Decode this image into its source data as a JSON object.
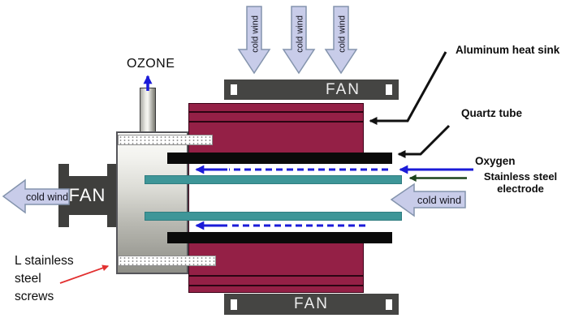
{
  "diagram": {
    "ozone_label": "OZONE",
    "fan_top_label": "FAN",
    "fan_bottom_label": "FAN",
    "fan_left_label": "FAN",
    "cold_wind_top": [
      {
        "label": "cold wind"
      },
      {
        "label": "cold wind"
      },
      {
        "label": "cold wind"
      }
    ],
    "cold_wind_left_label": "cold wind",
    "cold_wind_right_label": "cold wind",
    "labels": {
      "heat_sink": "Aluminum heat sink",
      "quartz_tube": "Quartz tube",
      "oxygen": "Oxygen",
      "electrode_line1": "Stainless steel",
      "electrode_line2": "electrode",
      "screws_line1": "L stainless",
      "screws_line2": "steel",
      "screws_line3": "screws"
    },
    "colors": {
      "heat_sink_body": "#942046",
      "electrode_teal": "#3E9698",
      "fan_gray": "#454543",
      "wind_arrow_fill": "#C8CCE9",
      "wind_arrow_border": "#8494AD",
      "oxygen_blue": "#1B1BD8",
      "electrode_arrow_green": "#1B431B",
      "screws_arrow_red": "#E23030",
      "quartz_black": "#0A0A0A",
      "pointer_black": "#111111"
    }
  }
}
